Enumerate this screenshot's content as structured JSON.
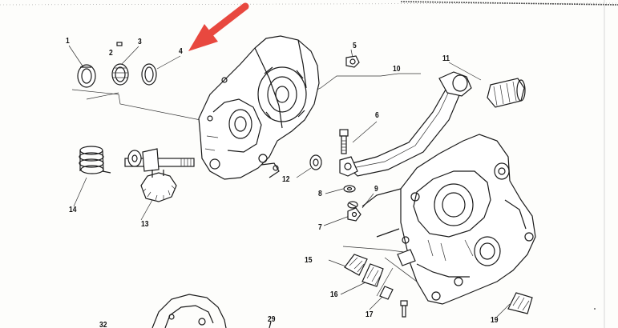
{
  "callouts": [
    "1",
    "2",
    "3",
    "4",
    "5",
    "6",
    "7",
    "8",
    "9",
    "10",
    "11",
    "12",
    "13",
    "14",
    "15",
    "16",
    "17",
    "19",
    "29",
    "32"
  ],
  "arrow_color": "#e8483f"
}
